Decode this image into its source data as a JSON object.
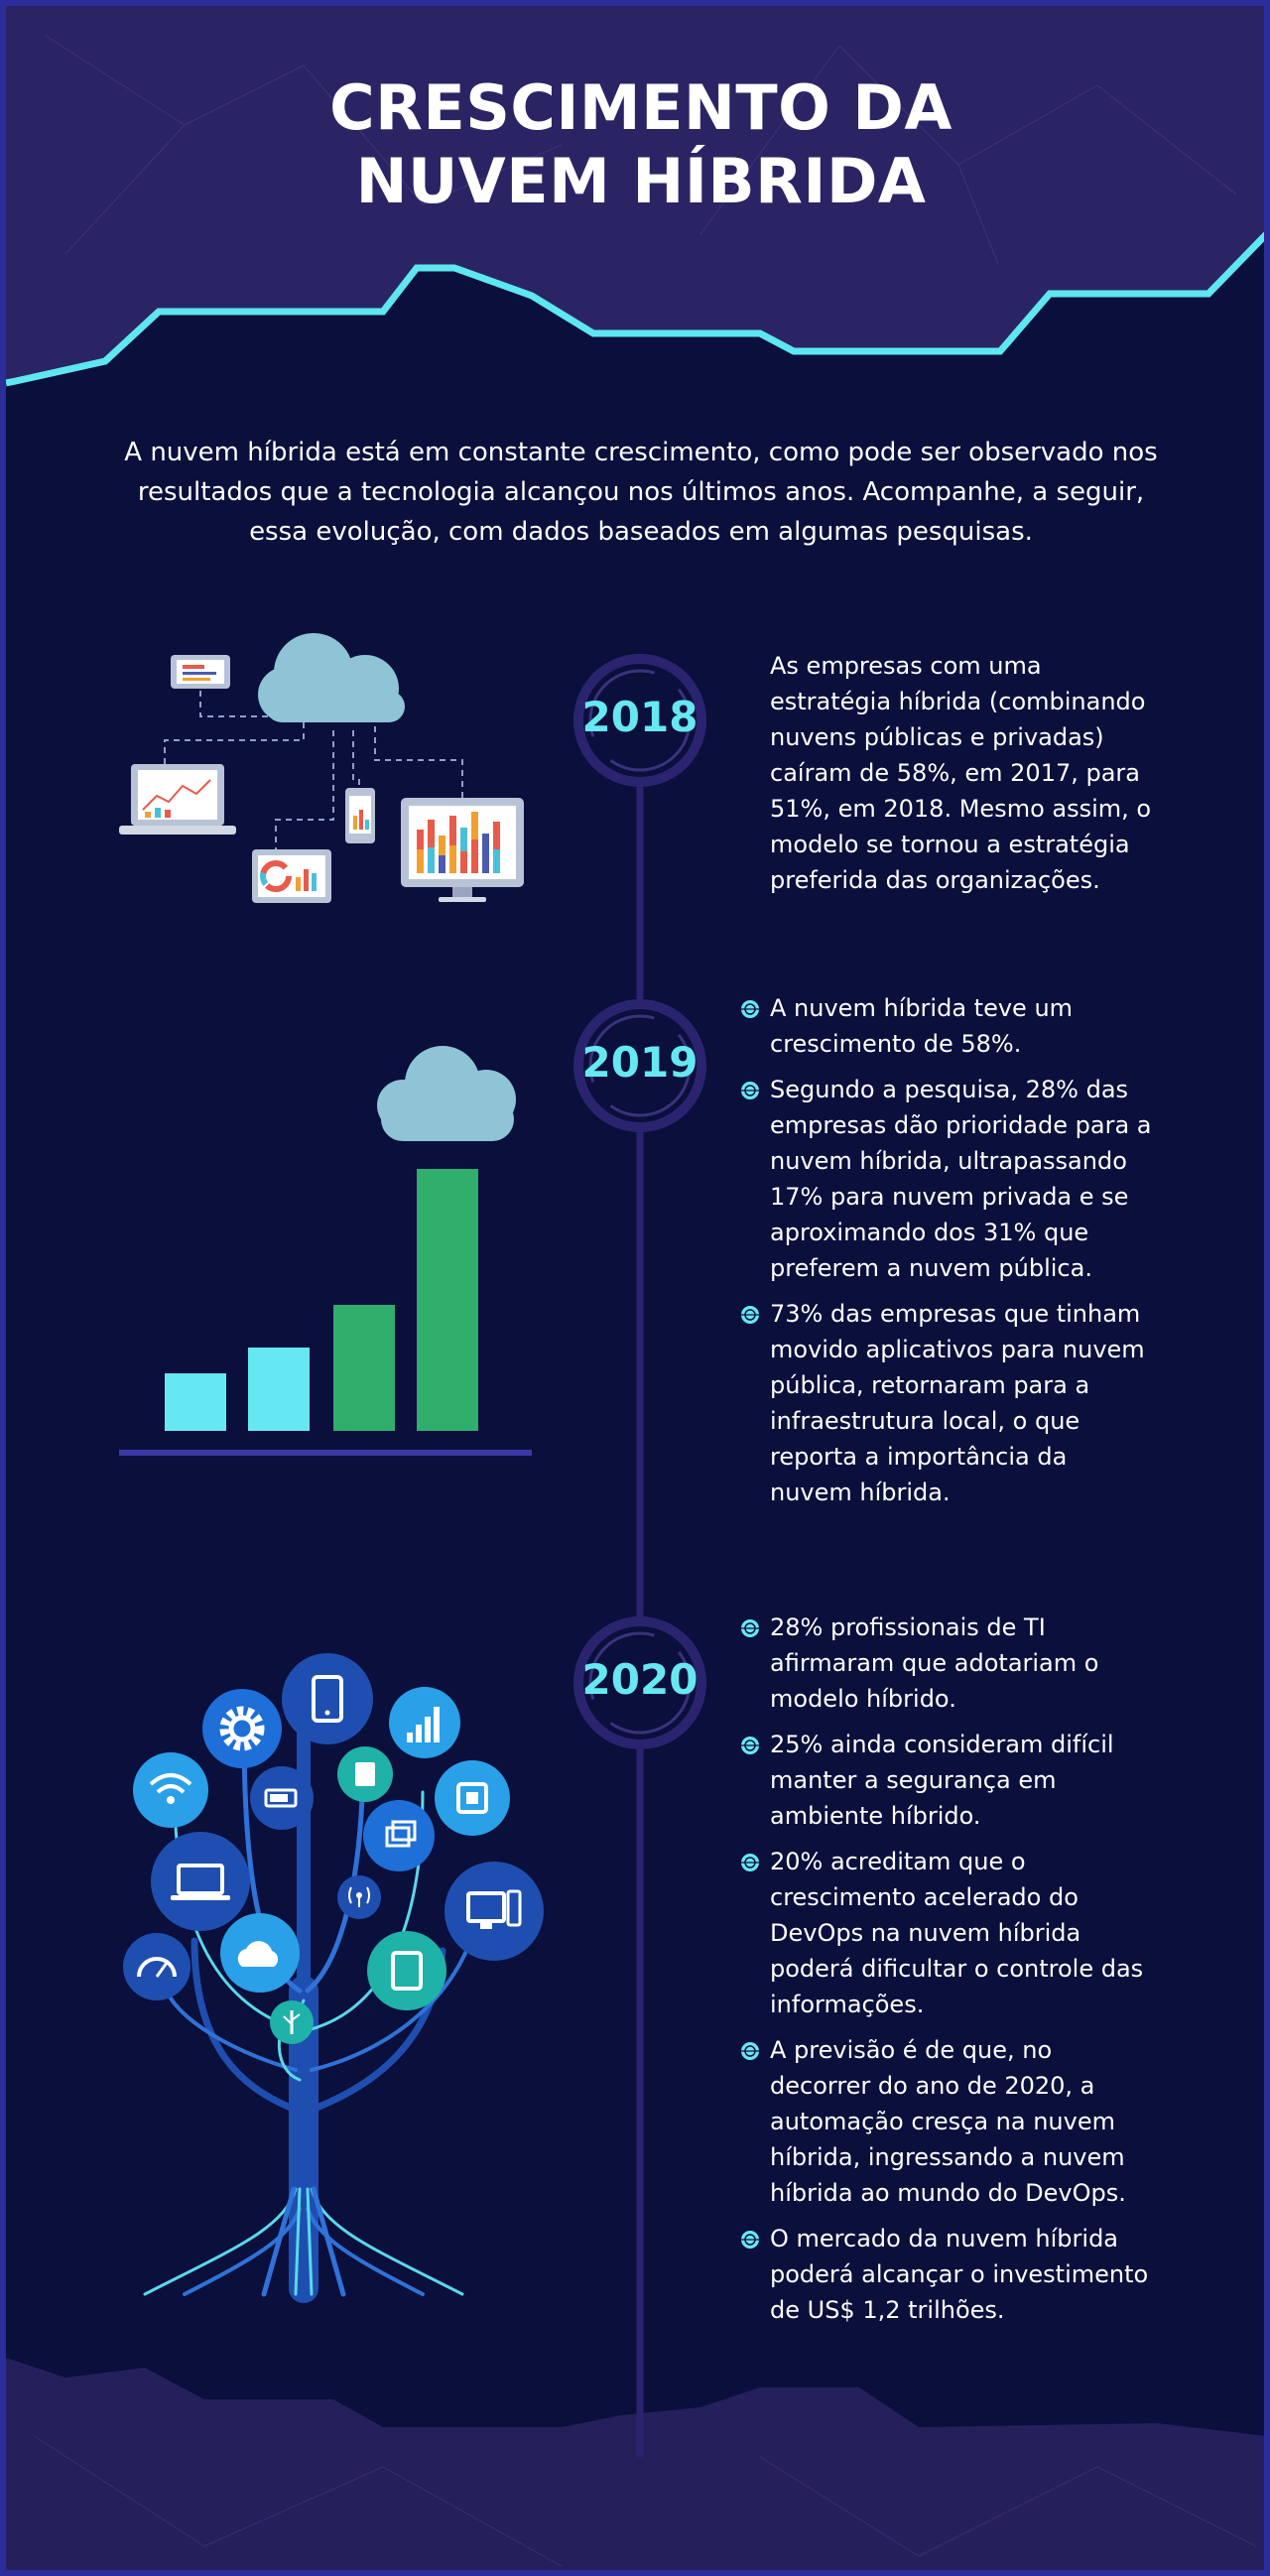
{
  "title": {
    "line1": "CRESCIMENTO DA",
    "line2": "NUVEM HÍBRIDA"
  },
  "intro": {
    "line1": "A nuvem híbrida está em constante crescimento, como pode ser observado nos",
    "line2": "resultados que a tecnologia alcançou nos últimos anos. Acompanhe, a seguir,",
    "line3": "essa evolução, com dados baseados em algumas pesquisas."
  },
  "timeline": [
    {
      "year": "2018",
      "lines": [
        "As empresas com uma",
        "estratégia híbrida (combinando",
        "nuvens públicas e privadas)",
        "caíram de 58%, em 2017, para",
        "51%, em 2018. Mesmo assim, o",
        "modelo se tornou a estratégia",
        "preferida das organizações."
      ]
    },
    {
      "year": "2019",
      "bullets": [
        [
          "A nuvem híbrida teve um",
          "crescimento de 58%."
        ],
        [
          "Segundo a pesquisa, 28% das",
          "empresas dão prioridade para a",
          "nuvem híbrida, ultrapassando",
          "17% para nuvem privada e se",
          "aproximando dos 31% que",
          "preferem a nuvem pública."
        ],
        [
          "73% das empresas que tinham",
          "movido aplicativos para nuvem",
          "pública, retornaram para a",
          "infraestrutura local, o que",
          "reporta a importância da",
          "nuvem híbrida."
        ]
      ]
    },
    {
      "year": "2020",
      "bullets": [
        [
          "28% profissionais de TI",
          "afirmaram que adotariam o",
          "modelo híbrido."
        ],
        [
          "25% ainda consideram difícil",
          "manter a segurança em",
          "ambiente híbrido."
        ],
        [
          "20% acreditam que o",
          "crescimento acelerado do",
          "DevOps na nuvem híbrida",
          "poderá dificultar o controle das",
          "informações."
        ],
        [
          "A previsão é de que, no",
          "decorrer do ano de 2020, a",
          "automação cresça na nuvem",
          "híbrida, ingressando a nuvem",
          "híbrida ao mundo do DevOps."
        ],
        [
          "O mercado da nuvem híbrida",
          "poderá alcançar o investimento",
          "de US$ 1,2 trilhões."
        ]
      ]
    }
  ],
  "illustration_bars": [
    0.22,
    0.32,
    0.48,
    1.0
  ],
  "colors": {
    "background": "#0a0f3c",
    "header": "#2b2464",
    "accent_cyan": "#66e8f2",
    "green": "#2fae6c",
    "cloud": "#8fc3d6",
    "line": "#2a2470"
  }
}
